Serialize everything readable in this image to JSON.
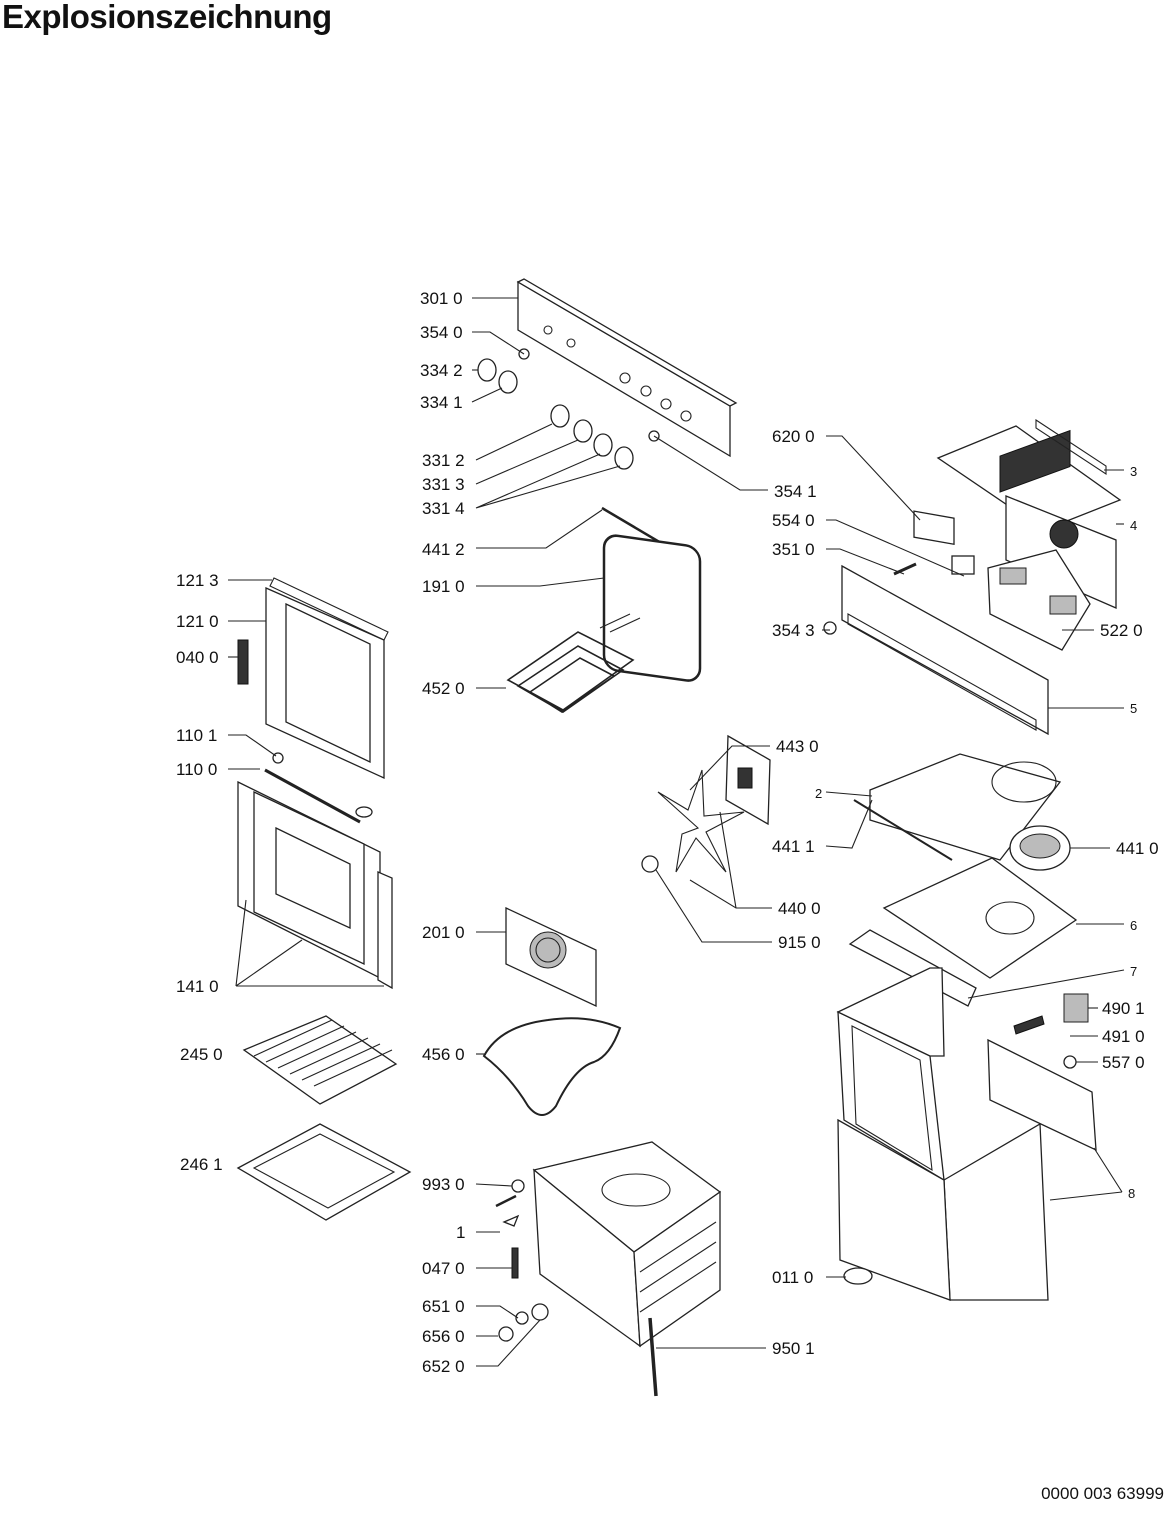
{
  "title": "Explosionszeichnung",
  "document_number": "0000 003 63999",
  "labels": {
    "l3010": "301 0",
    "l3540": "354 0",
    "l3342": "334 2",
    "l3341": "334 1",
    "l3312": "331 2",
    "l3313": "331 3",
    "l3314": "331 4",
    "l3541": "354 1",
    "l4412": "441 2",
    "l1910": "191 0",
    "l4520": "452 0",
    "l1213": "121 3",
    "l1210": "121 0",
    "l0400": "040 0",
    "l1101": "110 1",
    "l1100": "110 0",
    "l1410": "141 0",
    "l2450": "245 0",
    "l2461": "246 1",
    "l2010": "201 0",
    "l4560": "456 0",
    "l9930": "993 0",
    "l1": "1",
    "l0470": "047 0",
    "l6510": "651 0",
    "l6560": "656 0",
    "l6520": "652 0",
    "l9501": "950 1",
    "l6200": "620 0",
    "l5540": "554 0",
    "l3510": "351 0",
    "l3543": "354 3",
    "l5220": "522 0",
    "l3": "3",
    "l4": "4",
    "l5": "5",
    "l4430": "443 0",
    "l2": "2",
    "l4411": "441 1",
    "l4410": "441 0",
    "l4400": "440 0",
    "l9150": "915 0",
    "l6": "6",
    "l7": "7",
    "l4901": "490 1",
    "l4910": "491 0",
    "l5570": "557 0",
    "l8": "8",
    "l0110": "011 0"
  }
}
